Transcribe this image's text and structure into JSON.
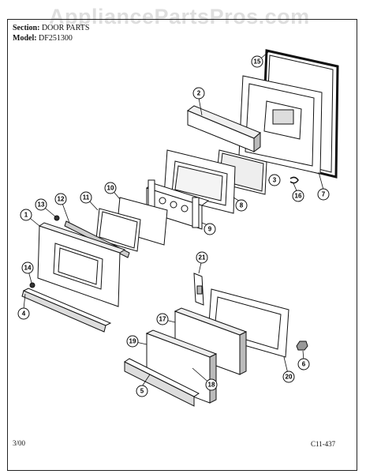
{
  "watermark": "AppliancePartsPros.com",
  "header": {
    "section_label": "Section:",
    "section_value": "DOOR PARTS",
    "model_label": "Model:",
    "model_value": "DF251300"
  },
  "footer": {
    "date": "3/00",
    "code": "C11-437"
  },
  "callouts": [
    "1",
    "2",
    "3",
    "4",
    "5",
    "6",
    "7",
    "8",
    "9",
    "10",
    "11",
    "12",
    "13",
    "14",
    "15",
    "16",
    "17",
    "18",
    "19",
    "20",
    "21"
  ]
}
